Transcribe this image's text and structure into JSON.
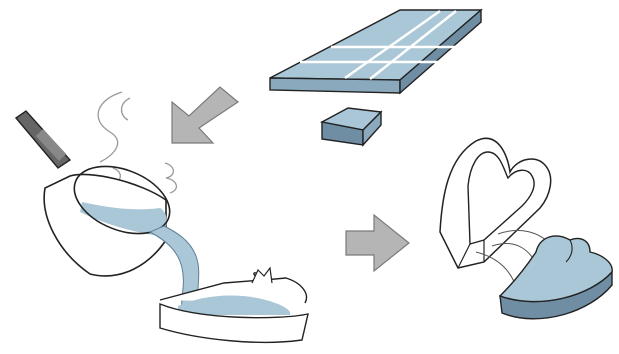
{
  "diagram": {
    "steps": [
      {
        "id": "block-and-piece",
        "kind": "illustration"
      },
      {
        "id": "melt-and-pour",
        "kind": "illustration"
      },
      {
        "id": "unmold-heart",
        "kind": "illustration"
      }
    ],
    "arrows": [
      {
        "from": "block-and-piece",
        "to": "melt-and-pour"
      },
      {
        "from": "melt-and-pour",
        "to": "unmold-heart"
      }
    ]
  },
  "colors": {
    "fill_light_blue": "#a9c7d6",
    "fill_mid_blue": "#8aa9bd",
    "fill_dark_blue": "#6f8ea4",
    "line": "#222222",
    "arrow_gray": "#b5b5b5",
    "arrow_stroke": "#7a7a7a",
    "steam_gray": "#999999"
  }
}
